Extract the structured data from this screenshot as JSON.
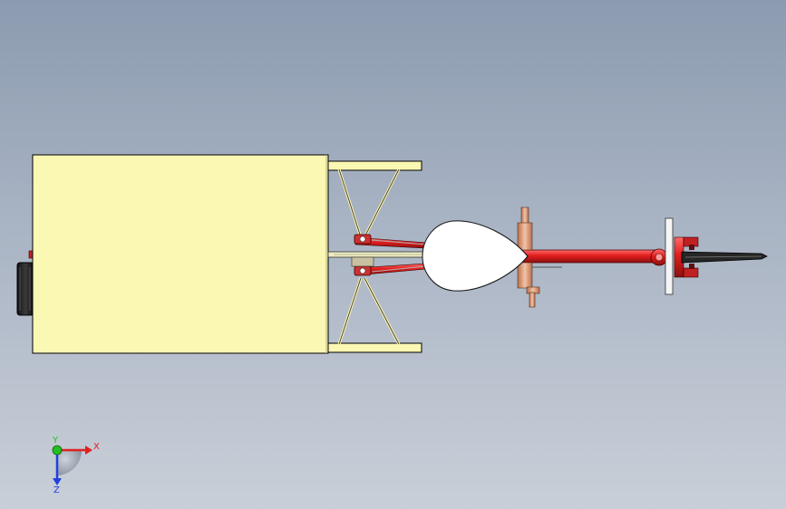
{
  "triad": {
    "x_label": "X",
    "y_label": "Y",
    "z_label": "Z"
  },
  "colors": {
    "cargo_box": "#fbf8b4",
    "frame_red": "#e21d1d",
    "frame_dark": "#8b1010",
    "seat": "#ffffff",
    "copper": "#d99a78",
    "axis_x": "#e02020",
    "axis_y": "#20c020",
    "axis_z": "#2040e0"
  },
  "icons": {
    "triad": "coordinate-triad-icon"
  }
}
